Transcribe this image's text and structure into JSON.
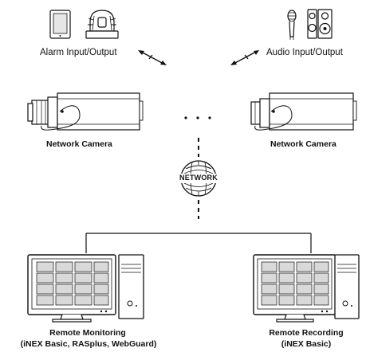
{
  "labels": {
    "alarm_io": "Alarm Input/Output",
    "audio_io": "Audio Input/Output",
    "camera_left": "Network Camera",
    "camera_right": "Network Camera",
    "network": "NETWORK",
    "monitoring_line1": "Remote Monitoring",
    "monitoring_line2": "(iNEX Basic, RASplus, WebGuard)",
    "recording_line1": "Remote Recording",
    "recording_line2": "(iNEX Basic)"
  },
  "icons": [
    "tablet-icon",
    "siren-icon",
    "microphone-icon",
    "speaker-icon",
    "network-camera-icon",
    "network-globe-icon",
    "monitor-icon",
    "pc-tower-icon",
    "double-arrow-icon",
    "ellipsis-dots"
  ],
  "colors": {
    "ink": "#111111",
    "shade": "#d9d9d9",
    "background": "#ffffff"
  }
}
